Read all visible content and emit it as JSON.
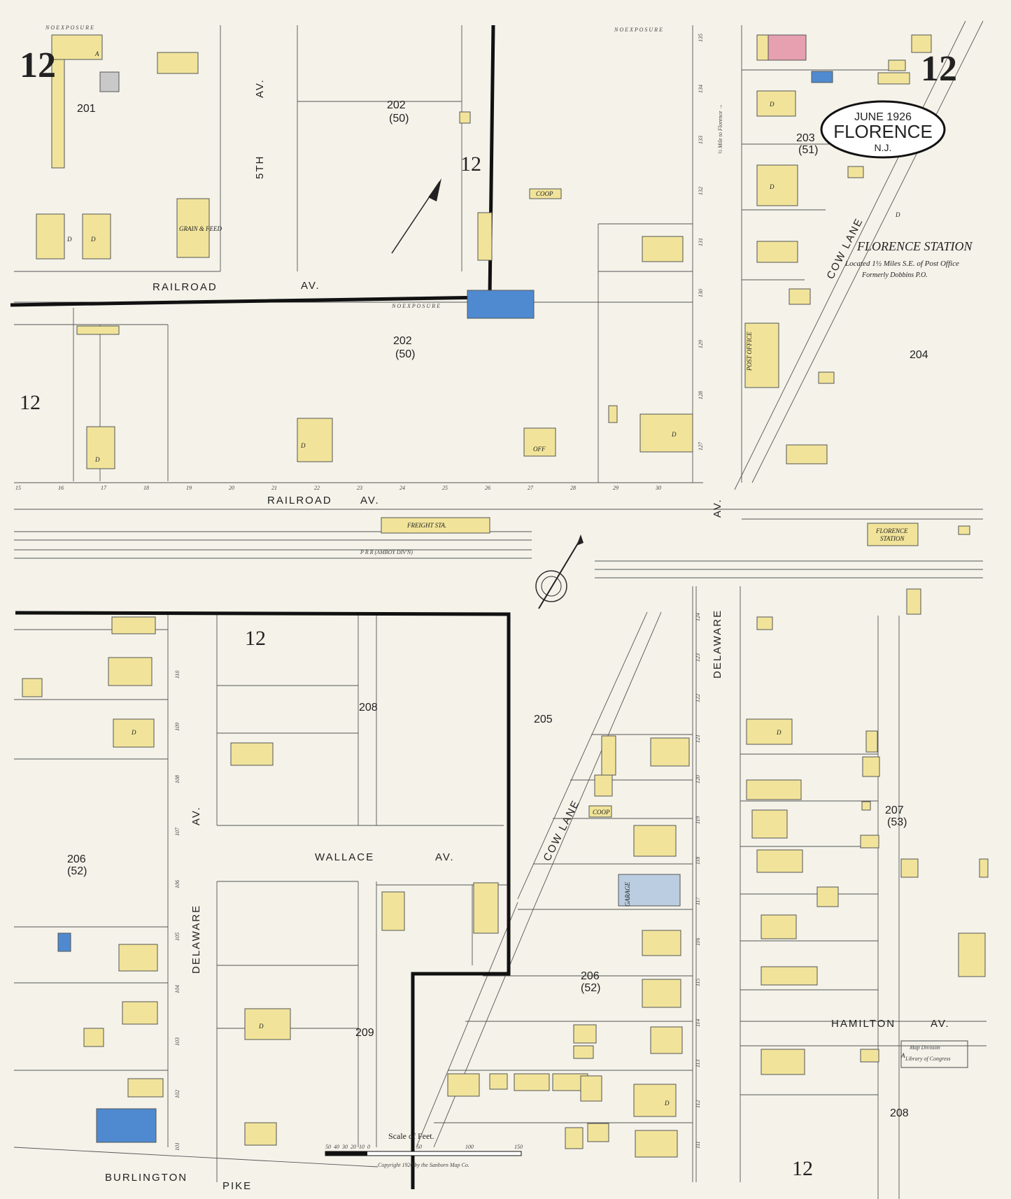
{
  "colors": {
    "paper": "#f4f2e9",
    "frame": "#ffffff",
    "dwelling": "#f1e49a",
    "brick": "#e6a0b0",
    "block_concrete": "#4f8ad1",
    "outbuilding": "#c9c9c9"
  },
  "sheet": {
    "number": "12",
    "date": "JUNE 1926",
    "town": "FLORENCE",
    "state": "N.J."
  },
  "legend": {
    "station_title": "FLORENCE STATION",
    "station_line1": "Located 1½ Miles S.E. of Post Office",
    "station_line2": "Formerly Dobbins P.O.",
    "scale_title": "Scale of Feet.",
    "scale_ticks": [
      "50",
      "40",
      "30",
      "20",
      "10",
      "0",
      "50",
      "100",
      "150"
    ],
    "copyright": "Copyright 1926 by the Sanborn Map Co.",
    "to_florence": "½ Mile to Florence →",
    "stamp_line1": "Map Division",
    "stamp_line2": "Library of Congress"
  },
  "streets": {
    "railroad_upper_1": "RAILROAD",
    "railroad_upper_2": "AV.",
    "railroad_lower_1": "RAILROAD",
    "railroad_lower_2": "AV.",
    "fifth_1": "5TH",
    "fifth_2": "AV.",
    "delaware_right_1": "DELAWARE",
    "delaware_right_2": "AV.",
    "delaware_left_1": "DELAWARE",
    "delaware_left_2": "AV.",
    "cow_lane_top": "COW LANE",
    "cow_lane_bottom": "COW LANE",
    "wallace_1": "WALLACE",
    "wallace_2": "AV.",
    "hamilton_1": "HAMILTON",
    "hamilton_2": "AV.",
    "burlington_1": "BURLINGTON",
    "burlington_2": "PIKE",
    "railway": "P  R  R    (AMBOY DIV'N)"
  },
  "blocks": {
    "b201": "201",
    "b202a": "202",
    "b202a_sub": "(50)",
    "b202b": "202",
    "b202b_sub": "(50)",
    "b203": "203",
    "b203_sub": "(51)",
    "b204": "204",
    "b205": "205",
    "b206a": "206",
    "b206a_sub": "(52)",
    "b206b": "206",
    "b206b_sub": "(52)",
    "b207": "207",
    "b207_sub": "(53)",
    "b208a": "208",
    "b208b": "208",
    "b209": "209"
  },
  "labels": {
    "freight": "FREIGHT STA.",
    "station_bldg_1": "FLORENCE",
    "station_bldg_2": "STATION",
    "post_office": "POST OFFICE",
    "garage_top": "GARAGE",
    "coop": "COOP",
    "off": "OFF",
    "grain": "GRAIN & FEED",
    "exposure": "N O   E X P O S U R E",
    "dwelling": "D",
    "auto": "A"
  },
  "map_numbers": {
    "top_col": [
      "135",
      "134",
      "133",
      "132",
      "131",
      "130",
      "129",
      "128",
      "127"
    ],
    "right_col": [
      "124",
      "123",
      "122",
      "121",
      "120",
      "119",
      "118",
      "117",
      "116",
      "115",
      "114",
      "113",
      "112",
      "111"
    ],
    "left_col": [
      "110",
      "109",
      "108",
      "107",
      "106",
      "105",
      "104",
      "103",
      "102",
      "101"
    ],
    "rail_lots": [
      "15",
      "16",
      "17",
      "18",
      "19",
      "20",
      "21",
      "22",
      "23",
      "24",
      "25",
      "26",
      "27",
      "28",
      "29",
      "30"
    ]
  }
}
